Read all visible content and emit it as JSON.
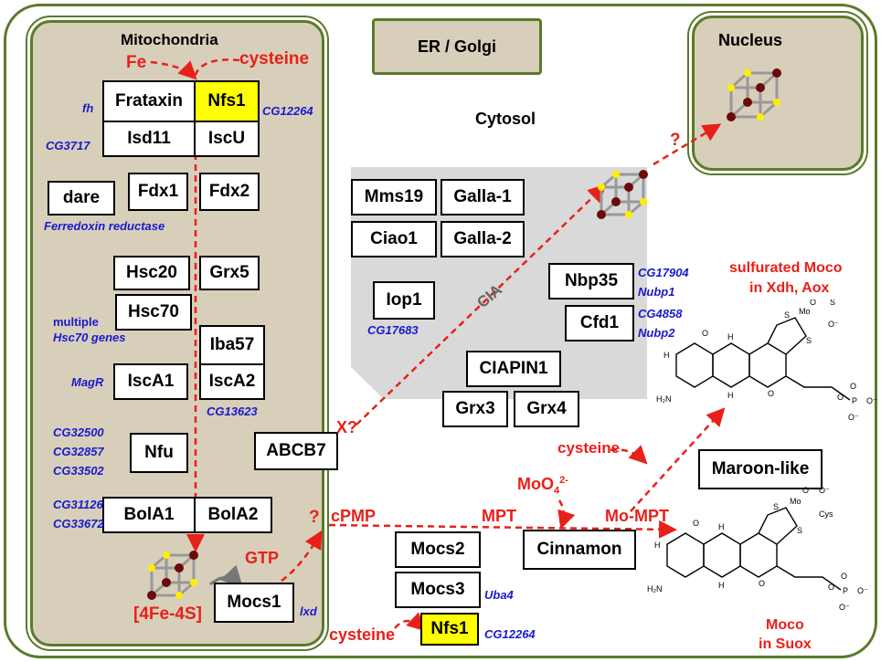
{
  "compartments": {
    "mitochondria": "Mitochondria",
    "er_golgi": "ER / Golgi",
    "nucleus": "Nucleus",
    "cytosol": "Cytosol"
  },
  "mito_inputs": {
    "fe": "Fe",
    "cysteine": "cysteine"
  },
  "mito_proteins": {
    "frataxin": "Frataxin",
    "nfs1": "Nfs1",
    "isd11": "Isd11",
    "iscu": "IscU",
    "fdx1": "Fdx1",
    "fdx2": "Fdx2",
    "dare": "dare",
    "hsc20": "Hsc20",
    "grx5": "Grx5",
    "hsc70": "Hsc70",
    "iba57": "Iba57",
    "isca1": "IscA1",
    "isca2": "IscA2",
    "nfu": "Nfu",
    "bola1": "BolA1",
    "bola2": "BolA2",
    "mocs1": "Mocs1",
    "abcb7": "ABCB7"
  },
  "mito_fly_genes": {
    "fh": "fh",
    "cg12264": "CG12264",
    "cg3717": "CG3717",
    "ferredoxin_reductase": "Ferredoxin reductase",
    "multiple": "multiple",
    "hsc70_genes": "Hsc70 genes",
    "magr": "MagR",
    "cg13623": "CG13623",
    "cg32500": "CG32500",
    "cg32857": "CG32857",
    "cg33502": "CG33502",
    "cg31126": "CG31126",
    "cg33672": "CG33672",
    "lxd": "lxd"
  },
  "mito_labels": {
    "cluster": "[4Fe-4S]",
    "gtp": "GTP",
    "question": "?"
  },
  "cia": {
    "label": "CIA",
    "mms19": "Mms19",
    "galla1": "Galla-1",
    "ciao1": "Ciao1",
    "galla2": "Galla-2",
    "iop1": "Iop1",
    "cg17683": "CG17683",
    "nbp35": "Nbp35",
    "cfd1": "Cfd1",
    "cg17904": "CG17904",
    "nubp1": "Nubp1",
    "cg4858": "CG4858",
    "nubp2": "Nubp2",
    "ciapin1": "CIAPIN1",
    "grx3": "Grx3",
    "grx4": "Grx4"
  },
  "cytosol_labels": {
    "x_q": "X?",
    "q_nucleus": "?",
    "cpmp": "cPMP",
    "mpt": "MPT",
    "mo_mpt": "Mo-MPT",
    "moo4": "MoO",
    "moo4_sub": "4",
    "moo4_sup": "2-",
    "cysteine_top": "cysteine",
    "cysteine_bottom": "cysteine",
    "mocs2": "Mocs2",
    "mocs3": "Mocs3",
    "uba4": "Uba4",
    "nfs1": "Nfs1",
    "cg12264": "CG12264",
    "cinnamon": "Cinnamon",
    "maroon": "Maroon-like",
    "sulf_moco_1": "sulfurated Moco",
    "sulf_moco_2": "in Xdh, Aox",
    "moco_1": "Moco",
    "moco_2": "in Suox"
  },
  "colors": {
    "mito_bg": "#d8cfbb",
    "border_green": "#5a7a2a",
    "cia_gray": "#d9d9d9",
    "red": "#e8201a",
    "blue": "#1a1acc",
    "nfs1_yellow": "#ffff00"
  },
  "icons": [
    "fe-s-cube-icon",
    "molybdenum-cofactor-structure"
  ]
}
